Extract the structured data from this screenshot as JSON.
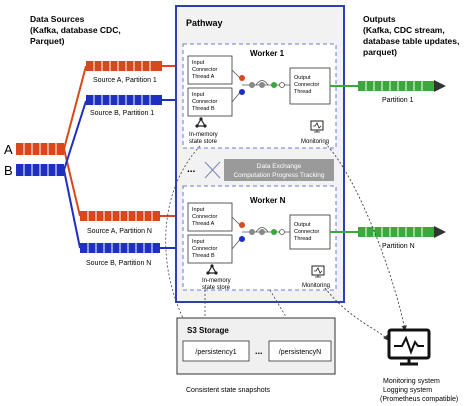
{
  "data_sources": {
    "line1": "Data Sources",
    "line2": "(Kafka, database CDC,",
    "line3": "Parquet)"
  },
  "source_labels": {
    "a": "A",
    "b": "B"
  },
  "partitions": {
    "a1": "Source A, Partition 1",
    "b1": "Source B, Partition 1",
    "an": "Source A, Partition N",
    "bn": "Source B, Partition N"
  },
  "pathway": {
    "title": "Pathway"
  },
  "worker1": {
    "title": "Worker 1",
    "input_a": [
      "Input",
      "Connector",
      "Thread A"
    ],
    "input_b": [
      "Input",
      "Connector",
      "Thread B"
    ],
    "output": [
      "Output",
      "Connector",
      "Thread"
    ],
    "state_store": [
      "In-memory",
      "state store"
    ],
    "monitoring": "Monitoring"
  },
  "workern": {
    "title": "Worker N",
    "input_a": [
      "Input",
      "Connector",
      "Thread A"
    ],
    "input_b": [
      "Input",
      "Connector",
      "Thread B"
    ],
    "output": [
      "Output",
      "Connector",
      "Thread"
    ],
    "state_store": [
      "In-memory",
      "state store"
    ],
    "monitoring": "Monitoring"
  },
  "data_exchange": [
    "Data Exchange",
    "Computation Progress Tracking"
  ],
  "ellipsis": "...",
  "outputs": {
    "line1": "Outputs",
    "line2": "(Kafka, CDC stream,",
    "line3": "database table updates,",
    "line4": "parquet)"
  },
  "out_partitions": {
    "p1": "Partition 1",
    "pn": "Partition N"
  },
  "s3": {
    "title": "S3 Storage",
    "p1": "/persistency1",
    "dots": "...",
    "pn": "/persistencyN"
  },
  "snapshots": "Consistent state snapshots",
  "monitoring_system": [
    "Monitoring system",
    "Logging system",
    "(Prometheus compatible)"
  ],
  "colors": {
    "source_a": "#d9481c",
    "source_b": "#1f2fc2",
    "output": "#3aa83a",
    "pathway_border": "#2b3fb8",
    "worker_dash": "#6b7bd6",
    "exchange_bg": "#9a9a9a"
  }
}
